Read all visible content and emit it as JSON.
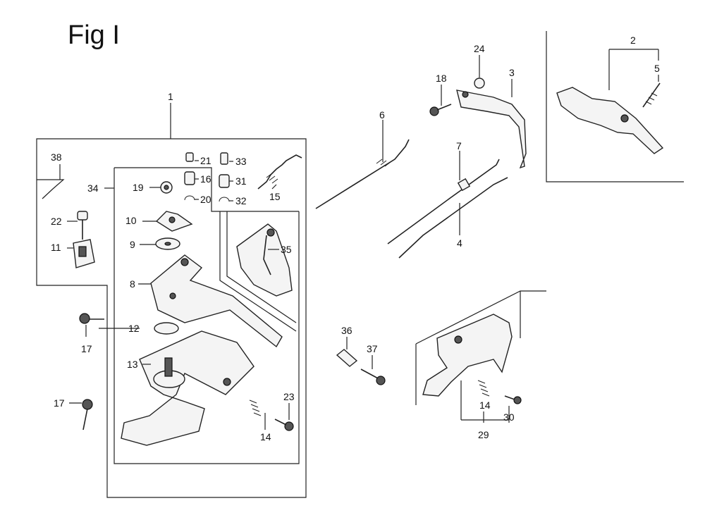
{
  "figure": {
    "title": "Fig I"
  },
  "callouts": {
    "c1": "1",
    "c2": "2",
    "c3": "3",
    "c4": "4",
    "c5": "5",
    "c6": "6",
    "c7": "7",
    "c8": "8",
    "c9": "9",
    "c10": "10",
    "c11": "11",
    "c12": "12",
    "c13": "13",
    "c14a": "14",
    "c14b": "14",
    "c15": "15",
    "c16": "16",
    "c17a": "17",
    "c17b": "17",
    "c18": "18",
    "c19": "19",
    "c20": "20",
    "c21": "21",
    "c22": "22",
    "c23": "23",
    "c24": "24",
    "c29": "29",
    "c30": "30",
    "c31": "31",
    "c32": "32",
    "c33": "33",
    "c34": "34",
    "c35": "35",
    "c36": "36",
    "c37": "37",
    "c38": "38"
  }
}
